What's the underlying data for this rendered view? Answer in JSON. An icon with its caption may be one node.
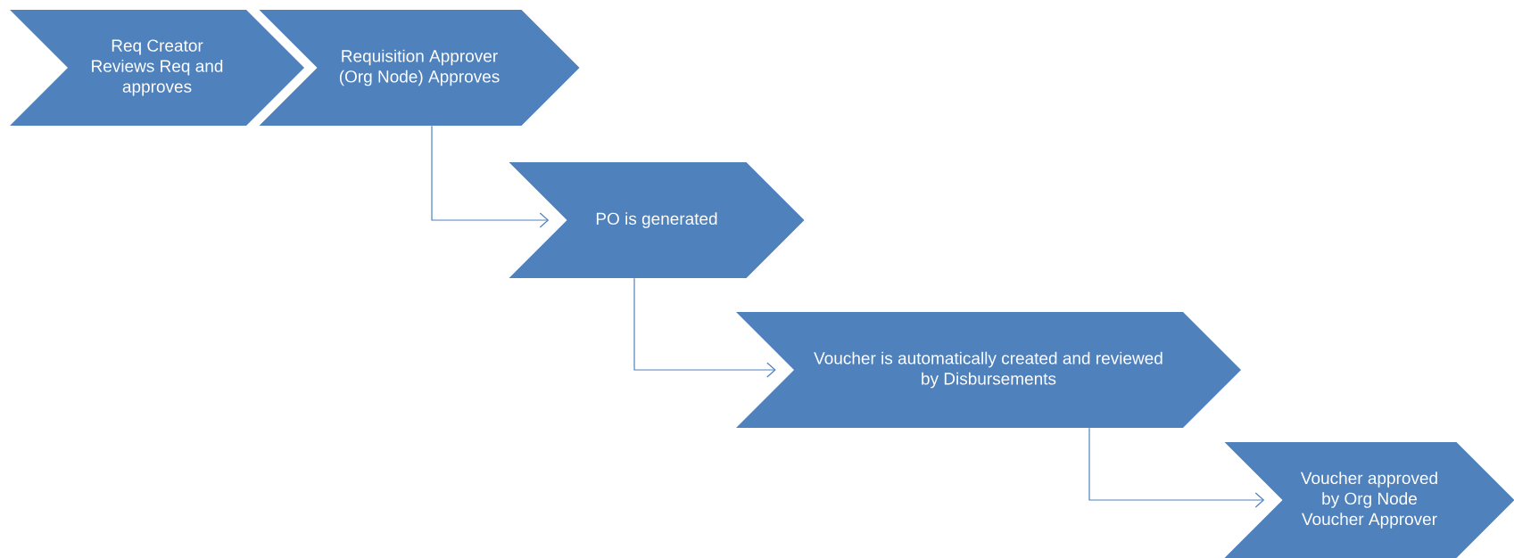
{
  "diagram": {
    "nodes": [
      {
        "text": [
          "Req Creator Reviews Req and approves"
        ]
      },
      {
        "text": [
          "Requisition Approver (Org Node) Approves"
        ]
      },
      {
        "text": [
          "PO is generated"
        ]
      },
      {
        "text": [
          "Voucher is automatically created and reviewed by Disbursements"
        ]
      },
      {
        "text": [
          "Voucher approved by Org Node Voucher Approver"
        ]
      }
    ],
    "edges": [
      {
        "from": 1,
        "to": 2,
        "arrow": "to"
      },
      {
        "from": 2,
        "to": 3,
        "arrow": "to"
      },
      {
        "from": 3,
        "to": 4,
        "arrow": "to"
      }
    ]
  }
}
